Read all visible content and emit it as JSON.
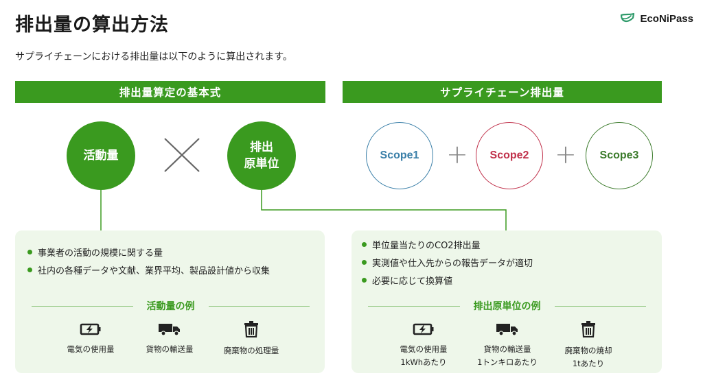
{
  "header": {
    "title": "排出量の算出方法",
    "subtitle": "サプライチェーンにおける排出量は以下のように算出されます。",
    "logo_text": "EcoNiPass"
  },
  "colors": {
    "green": "#3a9a1f",
    "panel": "#eef7ea",
    "scope1": "#3a7fa8",
    "scope2": "#c0304a",
    "scope3": "#3a7a2a"
  },
  "left": {
    "heading": "排出量算定の基本式",
    "factor1": "活動量",
    "operator": "×",
    "factor2_line1": "排出",
    "factor2_line2": "原単位",
    "bullets": [
      "事業者の活動の規模に関する量",
      "社内の各種データや文献、業界平均、製品設計値から収集"
    ],
    "examples_title": "活動量の例",
    "examples": [
      {
        "icon": "battery-charging-icon",
        "label": "電気の使用量"
      },
      {
        "icon": "truck-icon",
        "label": "貨物の輸送量"
      },
      {
        "icon": "trash-icon",
        "label": "廃棄物の処理量"
      }
    ]
  },
  "right": {
    "heading": "サプライチェーン排出量",
    "scopes": [
      "Scope1",
      "Scope2",
      "Scope3"
    ],
    "operator": "+",
    "bullets": [
      "単位量当たりのCO2排出量",
      "実測値や仕入先からの報告データが適切",
      "必要に応じて換算値"
    ],
    "examples_title": "排出原単位の例",
    "examples": [
      {
        "icon": "battery-charging-icon",
        "label": "電気の使用量",
        "sub": "1kWhあたり"
      },
      {
        "icon": "truck-icon",
        "label": "貨物の輸送量",
        "sub": "1トンキロあたり"
      },
      {
        "icon": "trash-icon",
        "label": "廃棄物の焼却",
        "sub": "1tあたり"
      }
    ]
  }
}
